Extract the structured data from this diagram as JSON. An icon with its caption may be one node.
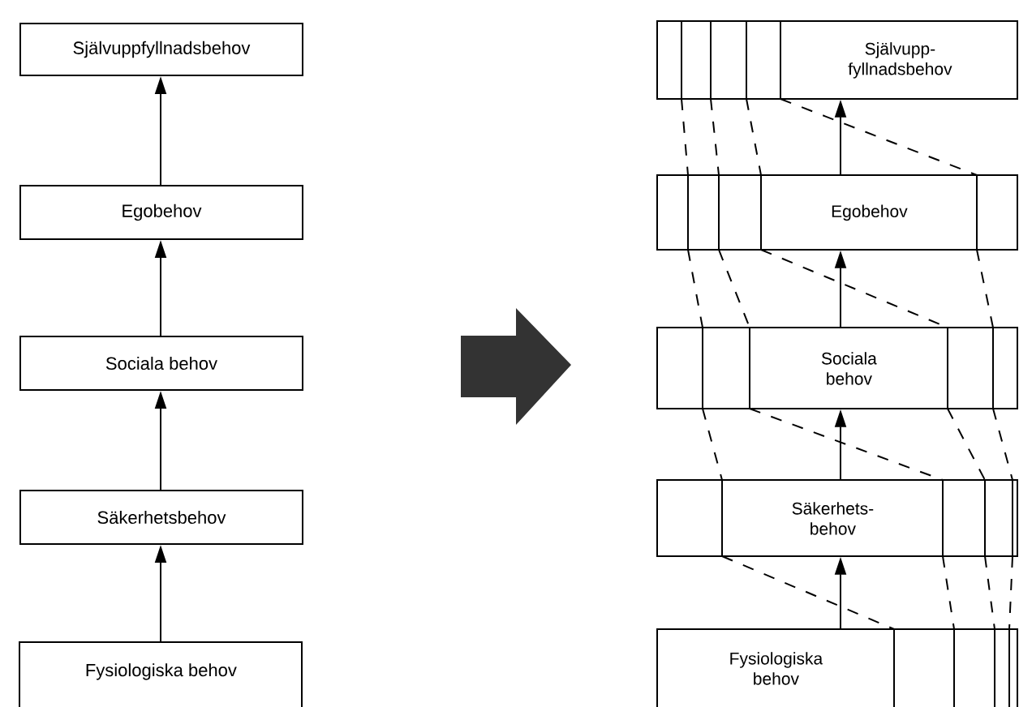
{
  "diagram": {
    "nodes": [
      {
        "text": [
          "Självuppfyllnadsbehov"
        ]
      },
      {
        "text": [
          "Egobehov"
        ]
      },
      {
        "text": [
          "Sociala behov"
        ]
      },
      {
        "text": [
          "Säkerhetsbehov"
        ]
      },
      {
        "text": [
          "Fysiologiska behov"
        ]
      },
      {
        "text": [
          "Självupp- fyllnadsbehov"
        ]
      },
      {
        "text": [
          "Egobehov"
        ]
      },
      {
        "text": [
          "Sociala behov"
        ]
      },
      {
        "text": [
          "Säkerhets- behov"
        ]
      },
      {
        "text": [
          "Fysiologiska behov"
        ]
      }
    ],
    "edges": [
      {
        "from": 4,
        "to": 3,
        "arrow": "to"
      },
      {
        "from": 3,
        "to": 2,
        "arrow": "to"
      },
      {
        "from": 2,
        "to": 1,
        "arrow": "to"
      },
      {
        "from": 1,
        "to": 0,
        "arrow": "to"
      },
      {
        "from": 9,
        "to": 8,
        "arrow": "to"
      },
      {
        "from": 8,
        "to": 7,
        "arrow": "to"
      },
      {
        "from": 7,
        "to": 6,
        "arrow": "to"
      },
      {
        "from": 6,
        "to": 5,
        "arrow": "to"
      }
    ]
  }
}
